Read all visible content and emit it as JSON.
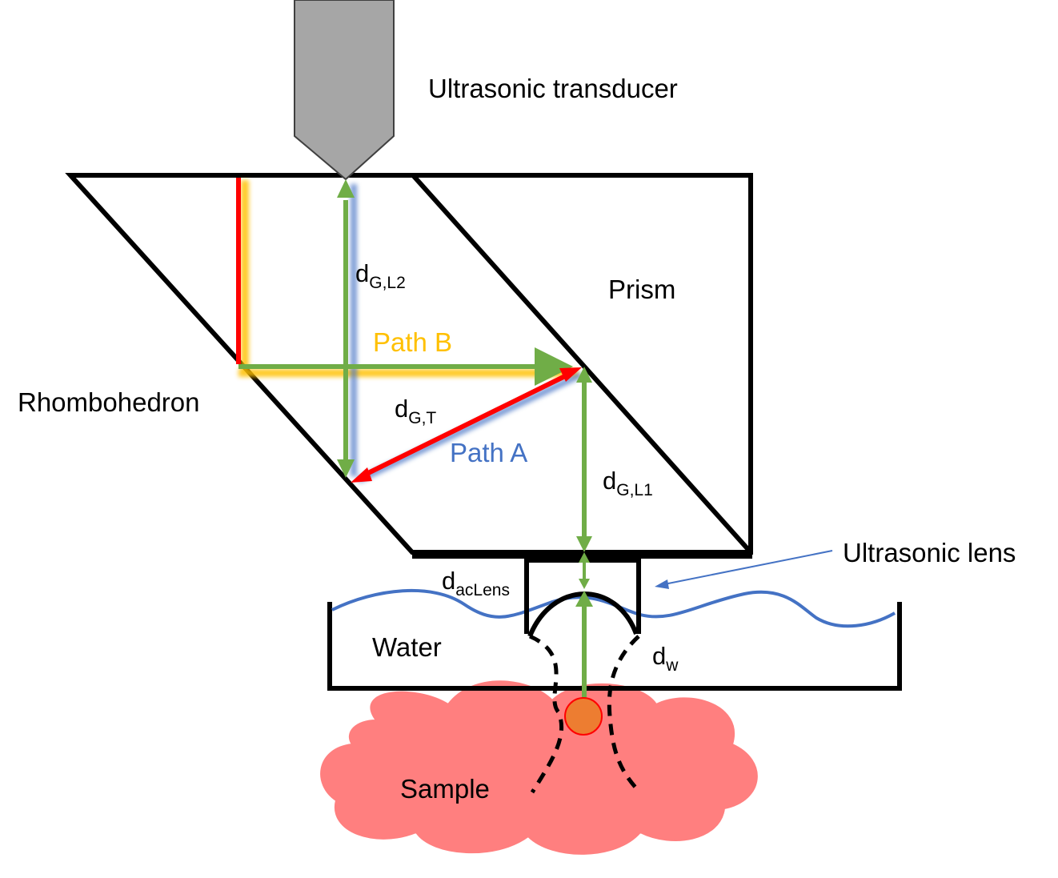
{
  "colors": {
    "transducer": "#A6A6A6",
    "outline": "#000000",
    "green_path": "#70AD47",
    "red_path": "#FF0000",
    "path_b": "#FFC000",
    "path_a": "#4472C4",
    "water_line": "#4472C4",
    "sample": "#FF7F7F",
    "focus_dot": "#ED7D31"
  },
  "labels": {
    "transducer": "Ultrasonic transducer",
    "prism": "Prism",
    "rhombohedron": "Rhombohedron",
    "path_b": "Path B",
    "path_a": "Path A",
    "ultrasonic_lens": "Ultrasonic lens",
    "water": "Water",
    "sample": "Sample"
  },
  "distances": {
    "d_g_l2": {
      "base": "d",
      "sub": "G,L2"
    },
    "d_g_t": {
      "base": "d",
      "sub": "G,T"
    },
    "d_g_l1": {
      "base": "d",
      "sub": "G,L1"
    },
    "d_aclens": {
      "base": "d",
      "sub": "acLens"
    },
    "d_w": {
      "base": "d",
      "sub": "w"
    }
  }
}
